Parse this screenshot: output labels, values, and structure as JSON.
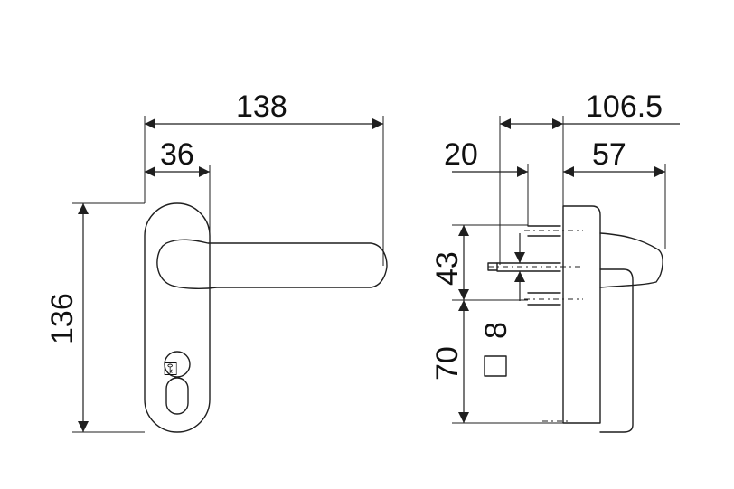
{
  "dimensions": {
    "front_width": "138",
    "front_handle_offset": "36",
    "front_height": "136",
    "side_total": "106.5",
    "side_offset_left": "20",
    "side_projection": "57",
    "side_spacing": "43",
    "side_lower": "70",
    "square_size": "8"
  }
}
